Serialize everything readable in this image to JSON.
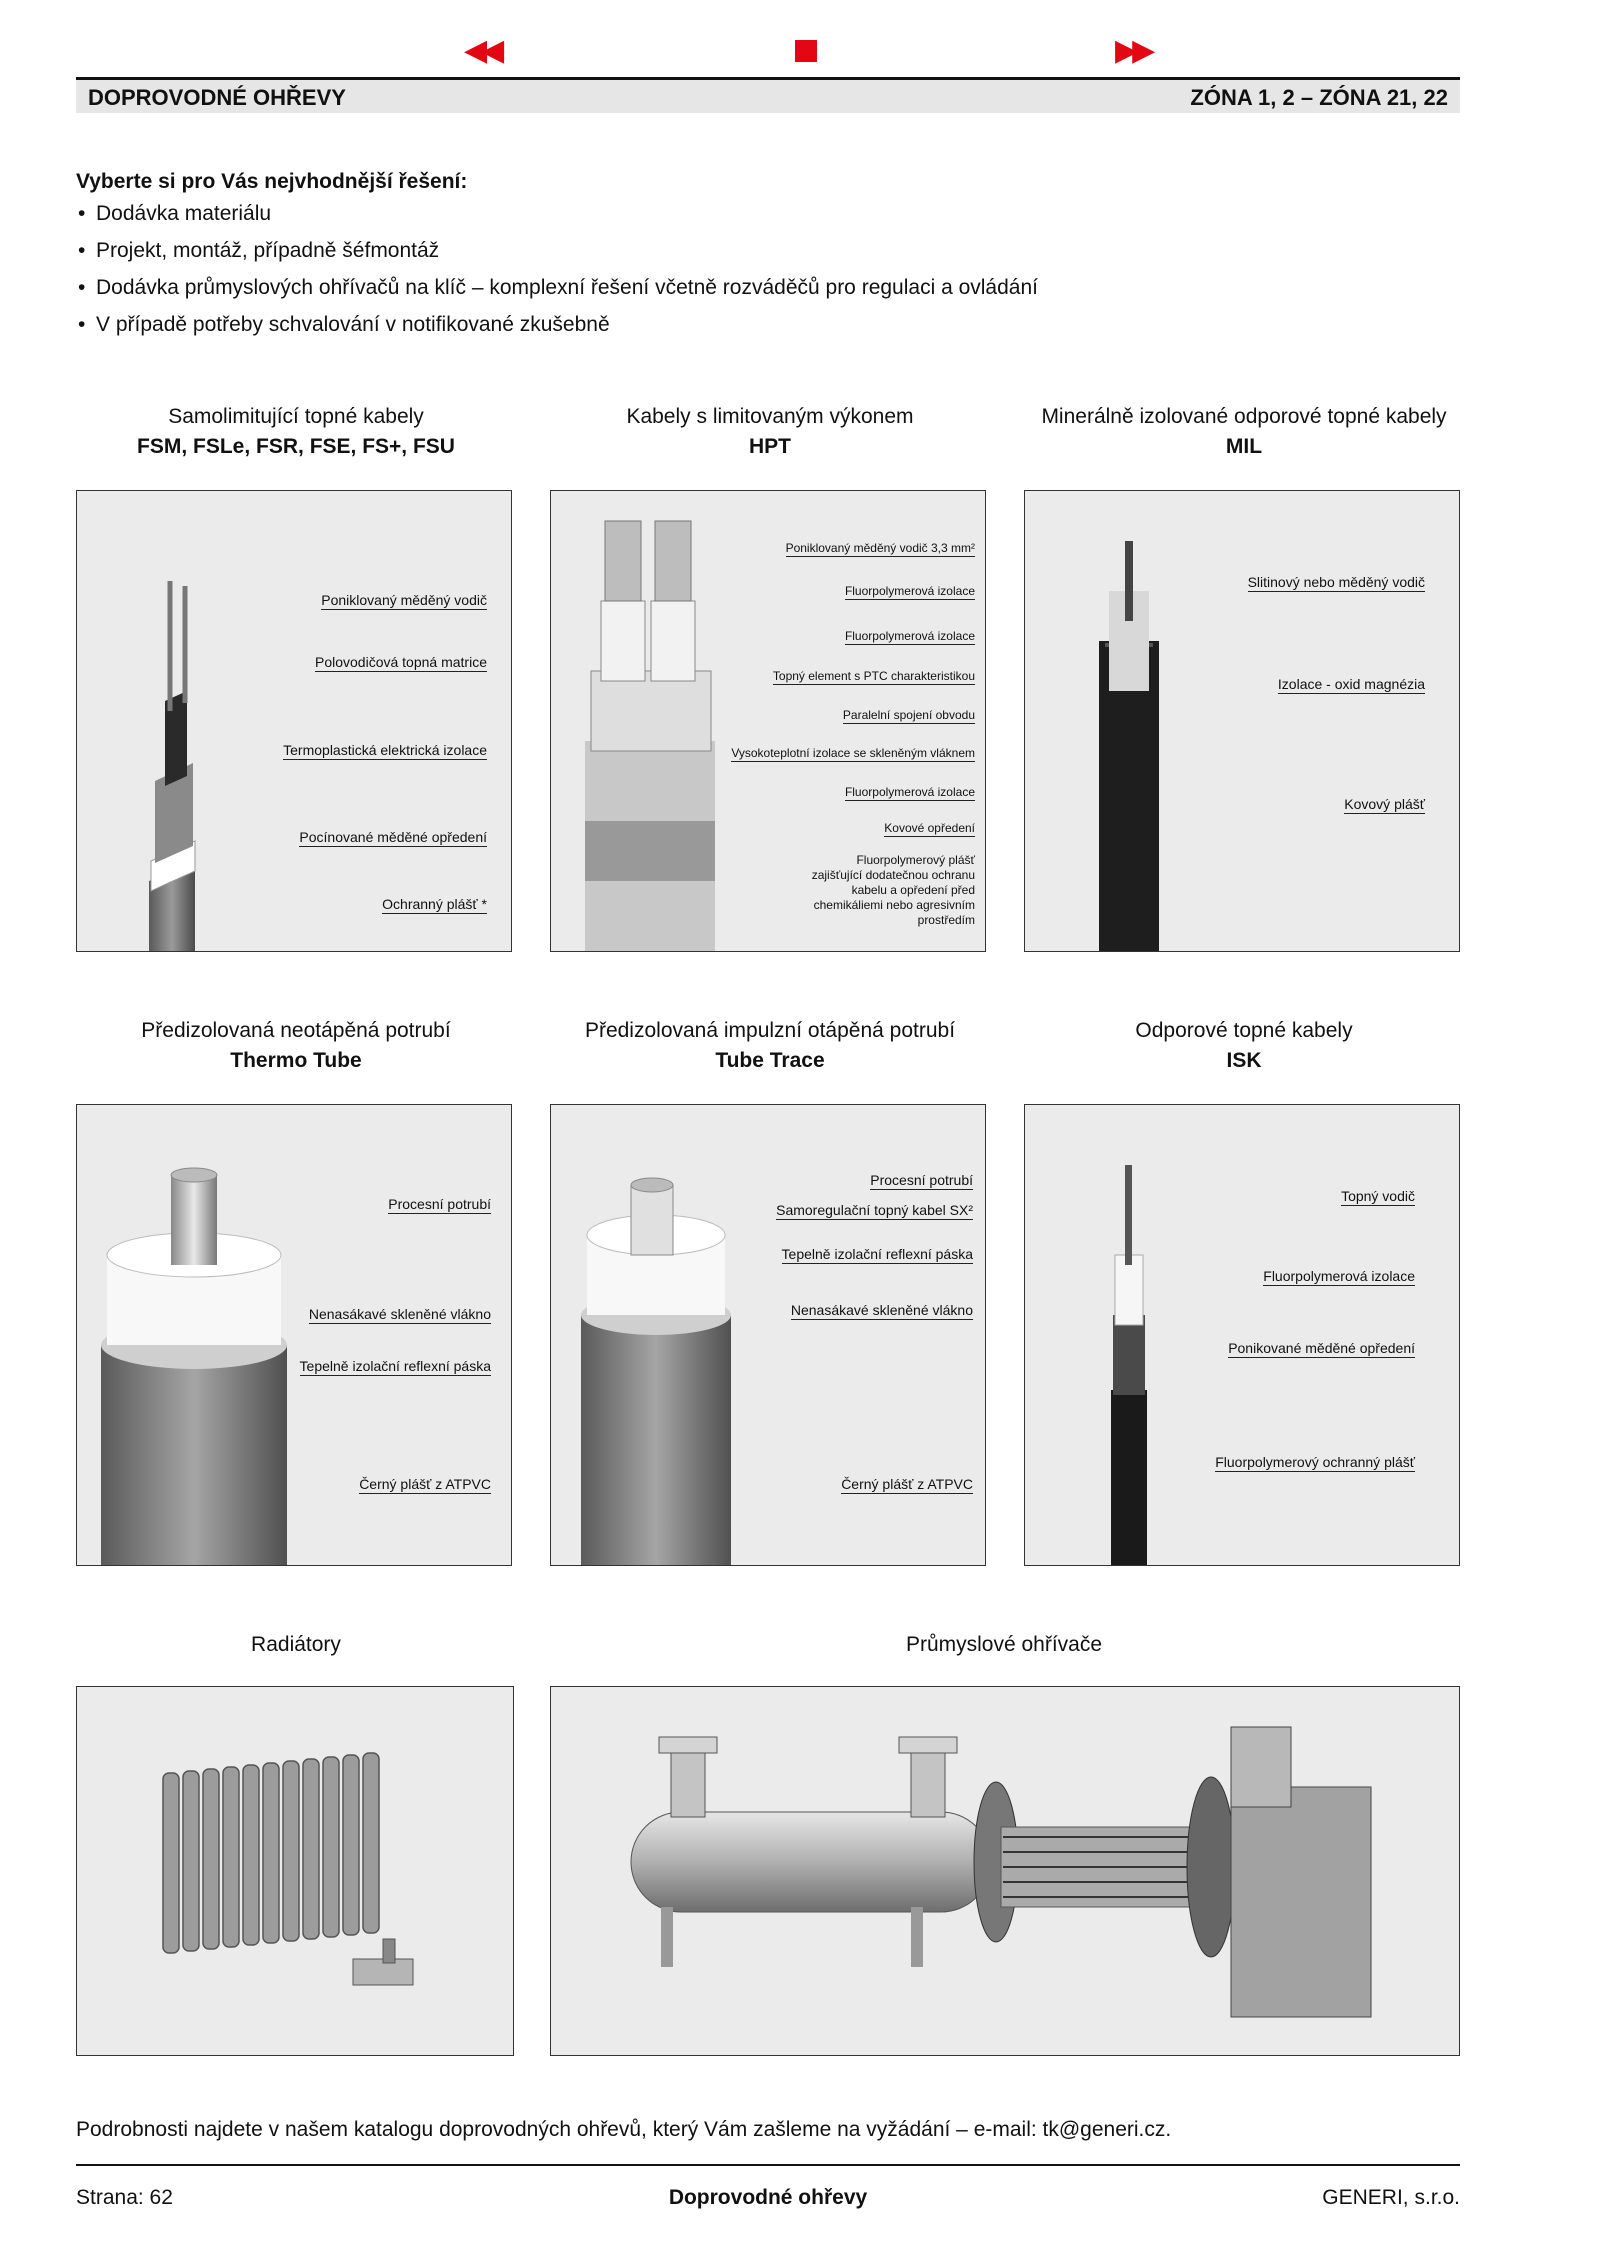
{
  "nav": {
    "prev": "◀◀",
    "next": "▶▶"
  },
  "header": {
    "left": "DOPROVODNÉ OHŘEVY",
    "right": "ZÓNA 1, 2 – ZÓNA 21, 22"
  },
  "intro": {
    "title": "Vyberte si pro Vás nejvhodnější řešení:",
    "items": [
      "Dodávka materiálu",
      "Projekt, montáž, případně šéfmontáž",
      "Dodávka průmyslových ohřívačů na klíč – komplexní řešení včetně rozváděčů pro regulaci a ovládání",
      "V případě potřeby schvalování v notifikované zkušebně"
    ]
  },
  "products": [
    {
      "title": "Samolimitující topné kabely",
      "subtitle": "FSM, FSLe, FSR, FSE, FS+, FSU",
      "labels": [
        "Poniklovaný měděný vodič",
        "Polovodičová topná matrice",
        "Termoplastická elektrická izolace",
        "Pocínované měděné opředení",
        "Ochranný plášť *"
      ]
    },
    {
      "title": "Kabely s limitovaným výkonem",
      "subtitle": "HPT",
      "labels": [
        "Poniklovaný měděný vodič 3,3 mm²",
        "Fluorpolymerová izolace",
        "Fluorpolymerová izolace",
        "Topný element s PTC charakteristikou",
        "Paralelní spojení obvodu",
        "Vysokoteplotní izolace se skleněným vláknem",
        "Fluorpolymerová izolace",
        "Kovové opředení",
        "Fluorpolymerový plášť zajišťující dodatečnou ochranu kabelu a opředení před chemikáliemi nebo agresivním prostředím"
      ]
    },
    {
      "title": "Minerálně izolované odporové topné kabely",
      "subtitle": "MIL",
      "labels": [
        "Slitinový nebo měděný vodič",
        "Izolace - oxid magnézia",
        "Kovový plášť"
      ]
    },
    {
      "title": "Předizolovaná neotápěná potrubí",
      "subtitle": "Thermo Tube",
      "labels": [
        "Procesní potrubí",
        "Nenasákavé skleněné vlákno",
        "Tepelně izolační reflexní páska",
        "Černý plášť z ATPVC"
      ]
    },
    {
      "title": "Předizolovaná impulzní otápěná potrubí",
      "subtitle": "Tube Trace",
      "labels": [
        "Procesní potrubí",
        "Samoregulační topný kabel SX²",
        "Tepelně izolační reflexní páska",
        "Nenasákavé skleněné vlákno",
        "Černý plášť z ATPVC"
      ]
    },
    {
      "title": "Odporové topné kabely",
      "subtitle": "ISK",
      "labels": [
        "Topný vodič",
        "Fluorpolymerová izolace",
        "Ponikované měděné opředení",
        "Fluorpolymerový ochranný plášť"
      ]
    },
    {
      "title": "Radiátory"
    },
    {
      "title": "Průmyslové ohřívače"
    }
  ],
  "footer": {
    "note": "Podrobnosti najdete v našem katalogu doprovodných ohřevů, který Vám zašleme na vyžádání – e-mail: tk@generi.cz.",
    "page": "Strana: 62",
    "center": "Doprovodné ohřevy",
    "company": "GENERI, s.r.o."
  }
}
